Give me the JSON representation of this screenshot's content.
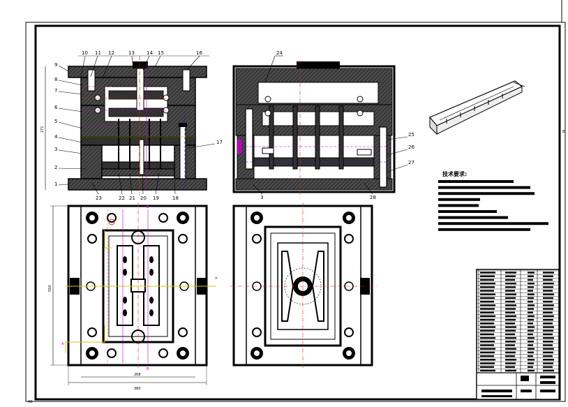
{
  "drawing": {
    "tech_requirements_title": "技术要求:",
    "tech_note_count": 9,
    "colors": {
      "line": "#000000",
      "hatch": "#6b6b6b",
      "red": "#e02020",
      "magenta": "#c000c0",
      "yellow": "#d8c800",
      "blue": "#2020d0",
      "green": "#008000",
      "text": "#000000"
    }
  },
  "callouts": {
    "left": [
      "9",
      "8",
      "7",
      "6",
      "5",
      "4",
      "3",
      "2",
      "1"
    ],
    "top": [
      "10",
      "11",
      "12",
      "13",
      "14",
      "15",
      "16"
    ],
    "bottom": [
      "23",
      "22",
      "21",
      "20",
      "19",
      "18"
    ],
    "right": [
      "17"
    ],
    "side_top": "24",
    "side_right": [
      "25",
      "26",
      "27",
      "28"
    ],
    "side_bottom": "3"
  },
  "dimensions": {
    "height_left": "271",
    "plan_height": "550",
    "plan_width_inner": "268",
    "plan_width_outer": "380"
  },
  "section_marks": {
    "a": "A",
    "b": "B"
  }
}
